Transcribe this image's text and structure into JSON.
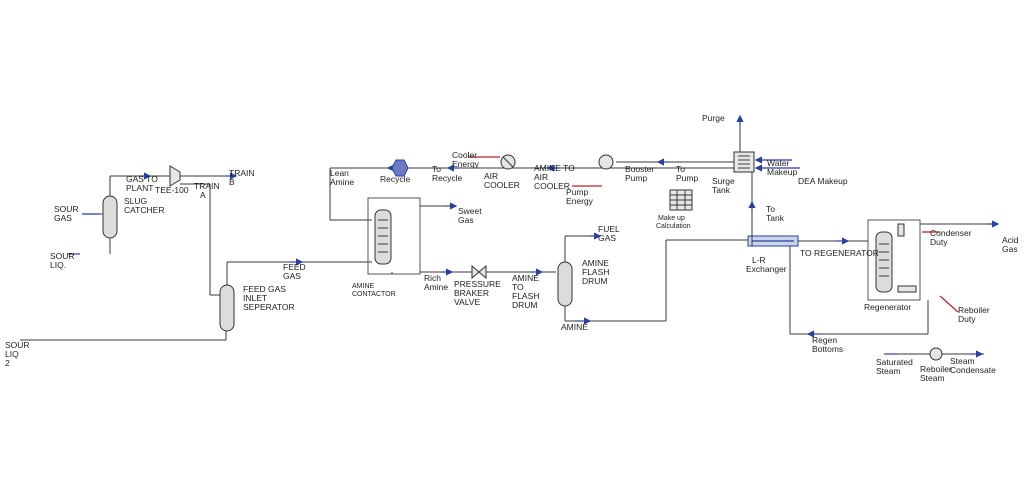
{
  "streams": {
    "sour_gas": [
      "SOUR",
      "GAS"
    ],
    "slug_catcher": [
      "SLUG",
      "CATCHER"
    ],
    "gas_to_plant": [
      "GAS TO",
      "PLANT"
    ],
    "tee": "TEE-100",
    "train_a": [
      "TRAIN",
      "A"
    ],
    "train_b": [
      "TRAIN",
      "B"
    ],
    "sour_liq": [
      "SOUR",
      "LIQ."
    ],
    "sour_liq2": [
      "SOUR",
      "LIQ",
      "2"
    ],
    "feed_gas": [
      "FEED",
      "GAS"
    ],
    "feed_gas_inlet": [
      "FEED GAS",
      "INLET",
      "SEPERATOR"
    ],
    "lean_amine": [
      "Lean",
      "Amine"
    ],
    "recycle": "Recycle",
    "to_recycle": [
      "To",
      "Recycle"
    ],
    "cooler_energy": [
      "Cooler",
      "Energy"
    ],
    "air_cooler": [
      "AIR",
      "COOLER"
    ],
    "amine_to_air_cooler": [
      "AMINE TO",
      "AIR",
      "COOLER"
    ],
    "pump_energy": [
      "Pump",
      "Energy"
    ],
    "booster_pump": [
      "Booster",
      "Pump"
    ],
    "to_pump": [
      "To",
      "Pump"
    ],
    "make_up_calc": [
      "Make up",
      "Calculation"
    ],
    "purge": "Purge",
    "water_makeup": [
      "Water",
      "Makeup"
    ],
    "dea_makeup": "DEA Makeup",
    "surge_tank": [
      "Surge",
      "Tank"
    ],
    "to_tank": [
      "To",
      "Tank"
    ],
    "sweet_gas": [
      "Sweet",
      "Gas"
    ],
    "amine_contactor": [
      "AMINE",
      "CONTACTOR"
    ],
    "rich_amine": [
      "Rich",
      "Amine"
    ],
    "pressure_valve": [
      "PRESSURE",
      "BRAKER",
      "VALVE"
    ],
    "amine_to_flash": [
      "AMINE",
      "TO",
      "FLASH",
      "DRUM"
    ],
    "fuel_gas": [
      "FUEL",
      "GAS"
    ],
    "amine_flash_drum": [
      "AMINE",
      "FLASH",
      "DRUM"
    ],
    "amine": "AMINE",
    "lr_exchanger": [
      "L-R",
      "Exchanger"
    ],
    "to_regenerator": "TO REGENERATOR",
    "regenerator": "Regenerator",
    "condenser_duty": [
      "Condenser",
      "Duty"
    ],
    "acid_gas": [
      "Acid",
      "Gas"
    ],
    "reboiler_duty": [
      "Reboiler",
      "Duty"
    ],
    "regen_bottoms": [
      "Regen",
      "Bottoms"
    ],
    "saturated_steam": [
      "Saturated",
      "Steam"
    ],
    "reboiler_steam": [
      "Reboiler",
      "Steam"
    ],
    "steam_condensate": [
      "Steam",
      "Condensate"
    ]
  }
}
